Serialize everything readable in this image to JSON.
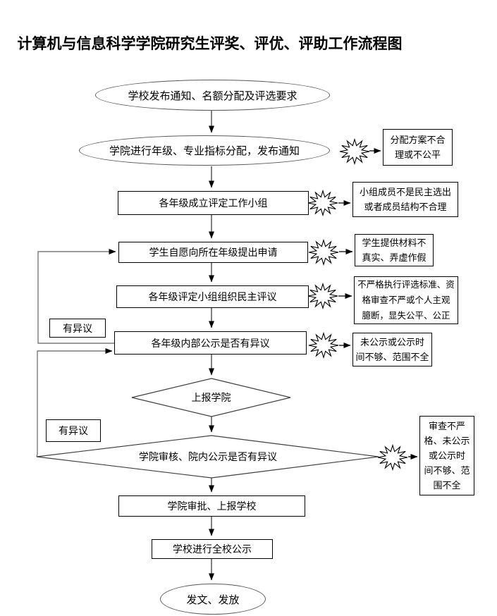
{
  "title": "计算机与信息科学学院研究生评奖、评优、评助工作流程图",
  "nodes": {
    "start": "学校发布通知、名额分配及评选要求",
    "college_notice": "学院进行年级、专业指标分配，发布通知",
    "form_group": "各年级成立评定工作小组",
    "apply": "学生自愿向所在年级提出申请",
    "democratic_review": "各年级评定小组组织民主评议",
    "grade_publicity": "各年级内部公示是否有异议",
    "report_college": "上报学院",
    "college_review": "学院审核、院内公示是否有异议",
    "college_approve": "学院审批、上报学校",
    "school_publicity": "学校进行全校公示",
    "end": "发文、发放"
  },
  "labels": {
    "objection1": "有异议",
    "objection2": "有异议"
  },
  "side_notes": [
    {
      "lines": [
        "分配方案不合",
        "理或不公平"
      ]
    },
    {
      "lines": [
        "小组成员不是民主选出",
        "或者成员结构不合理"
      ]
    },
    {
      "lines": [
        "学生提供材料不",
        "真实、弄虚作假"
      ]
    },
    {
      "lines": [
        "不严格执行评选标准、资",
        "格审查不严或个人主观",
        "臆断，显失公平、公正"
      ]
    },
    {
      "lines": [
        "未公示或公示时",
        "间不够、范围不全"
      ]
    },
    {
      "lines": [
        "审查不严",
        "格、未公示",
        "或公示时",
        "间不够、范",
        "围不全"
      ]
    }
  ],
  "colors": {
    "box_stroke": "#000000",
    "shape_stroke": "#595959",
    "connector_line": "#4a4a4a",
    "loop_line": "#7a7a7a",
    "background": "#ffffff"
  }
}
